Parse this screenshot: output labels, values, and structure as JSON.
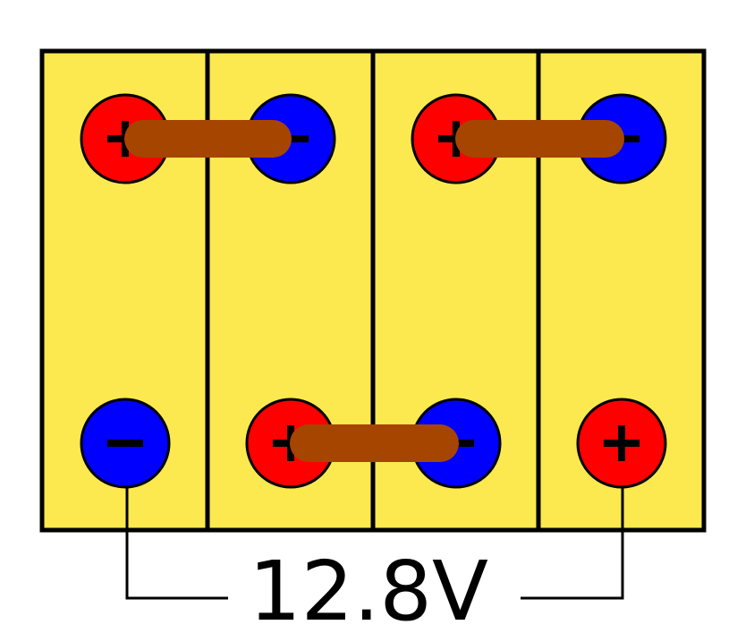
{
  "diagram": {
    "voltage_label": "12.8V",
    "cells": 4,
    "colors": {
      "cell_fill": "#fce94f",
      "positive_terminal": "#ff0000",
      "negative_terminal": "#0000ff",
      "bus_bar": "#a64500",
      "outline": "#000000"
    },
    "terminals": [
      {
        "row": "top",
        "cell": 1,
        "polarity": "+"
      },
      {
        "row": "top",
        "cell": 2,
        "polarity": "-"
      },
      {
        "row": "top",
        "cell": 3,
        "polarity": "+"
      },
      {
        "row": "top",
        "cell": 4,
        "polarity": "-"
      },
      {
        "row": "bottom",
        "cell": 1,
        "polarity": "-"
      },
      {
        "row": "bottom",
        "cell": 2,
        "polarity": "+"
      },
      {
        "row": "bottom",
        "cell": 3,
        "polarity": "-"
      },
      {
        "row": "bottom",
        "cell": 4,
        "polarity": "+"
      }
    ]
  }
}
